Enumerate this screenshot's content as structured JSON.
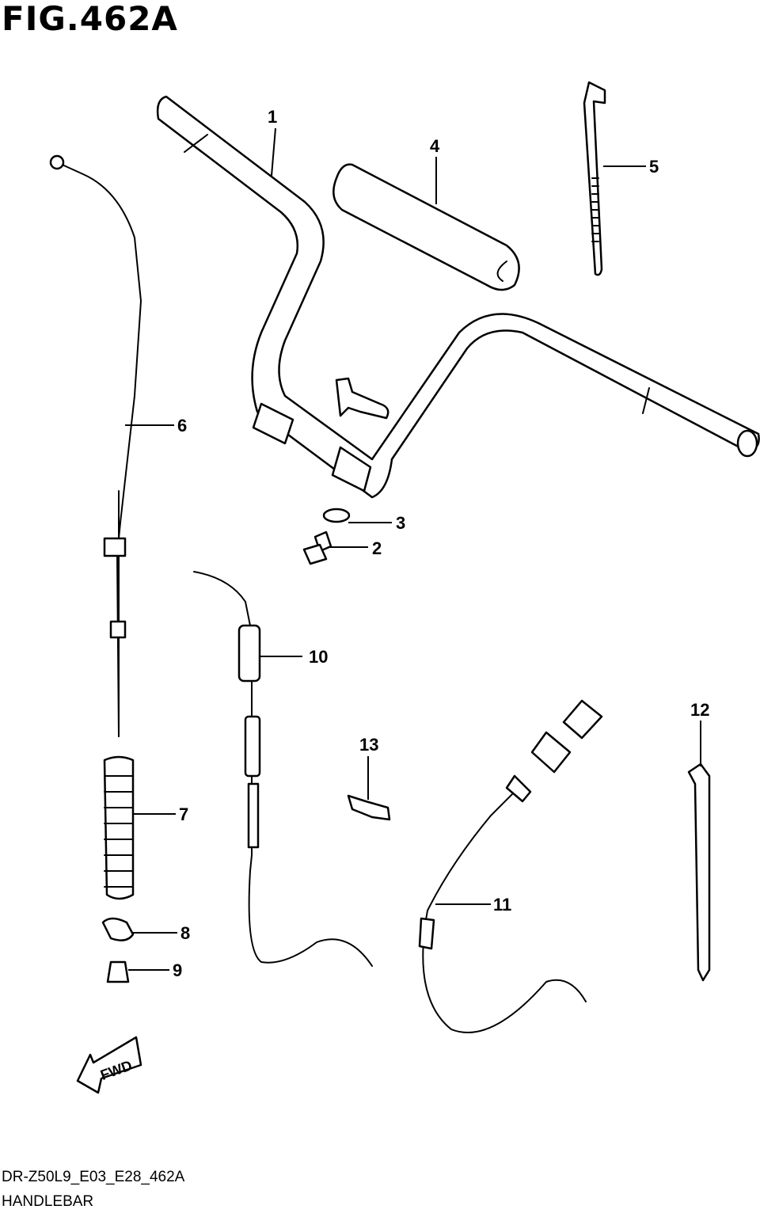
{
  "figure": {
    "title": "FIG.462A",
    "code": "DR-Z50L9_E03_E28_462A",
    "name": "HANDLEBAR"
  },
  "callouts": [
    "1",
    "2",
    "3",
    "4",
    "5",
    "6",
    "7",
    "8",
    "9",
    "10",
    "11",
    "12",
    "13"
  ],
  "direction_marker": "FWD"
}
